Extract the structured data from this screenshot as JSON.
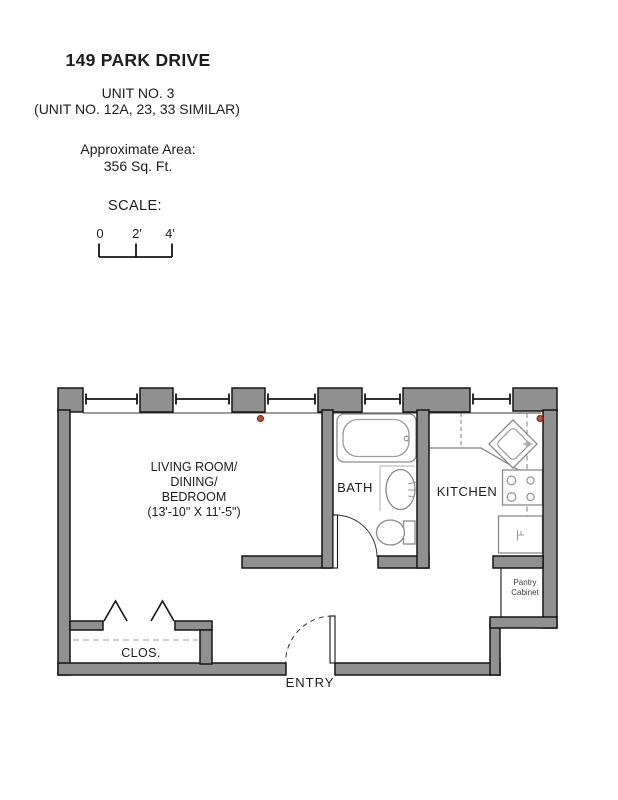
{
  "header": {
    "title": "149 PARK DRIVE",
    "unit_line": "UNIT NO. 3",
    "similar_line": "(UNIT NO. 12A, 23, 33 SIMILAR)",
    "area_label": "Approximate Area:",
    "area_value": "356 Sq. Ft.",
    "scale_label": "SCALE:",
    "scale_ticks": [
      "0",
      "2'",
      "4'"
    ]
  },
  "plan": {
    "living_room": {
      "line1": "LIVING ROOM/",
      "line2": "DINING/",
      "line3": "BEDROOM",
      "dimensions": "(13'-10\" X 11'-5\")"
    },
    "bath_label": "BATH",
    "kitchen_label": "KITCHEN",
    "closet_label": "CLOS.",
    "entry_label": "ENTRY",
    "pantry_line1": "Pantry",
    "pantry_line2": "Cabinet",
    "fixture_icons": [
      "bathtub-icon",
      "bath-sink-icon",
      "toilet-icon",
      "corner-sink-icon",
      "stove-icon",
      "fridge-icon",
      "entry-door-icon",
      "bath-door-icon",
      "bifold-door-icon",
      "window-icon",
      "red-marker-icon",
      "scale-bar"
    ],
    "colors": {
      "wall_fill": "#909090",
      "outline": "#151515",
      "marker_red": "#c14f38"
    }
  }
}
